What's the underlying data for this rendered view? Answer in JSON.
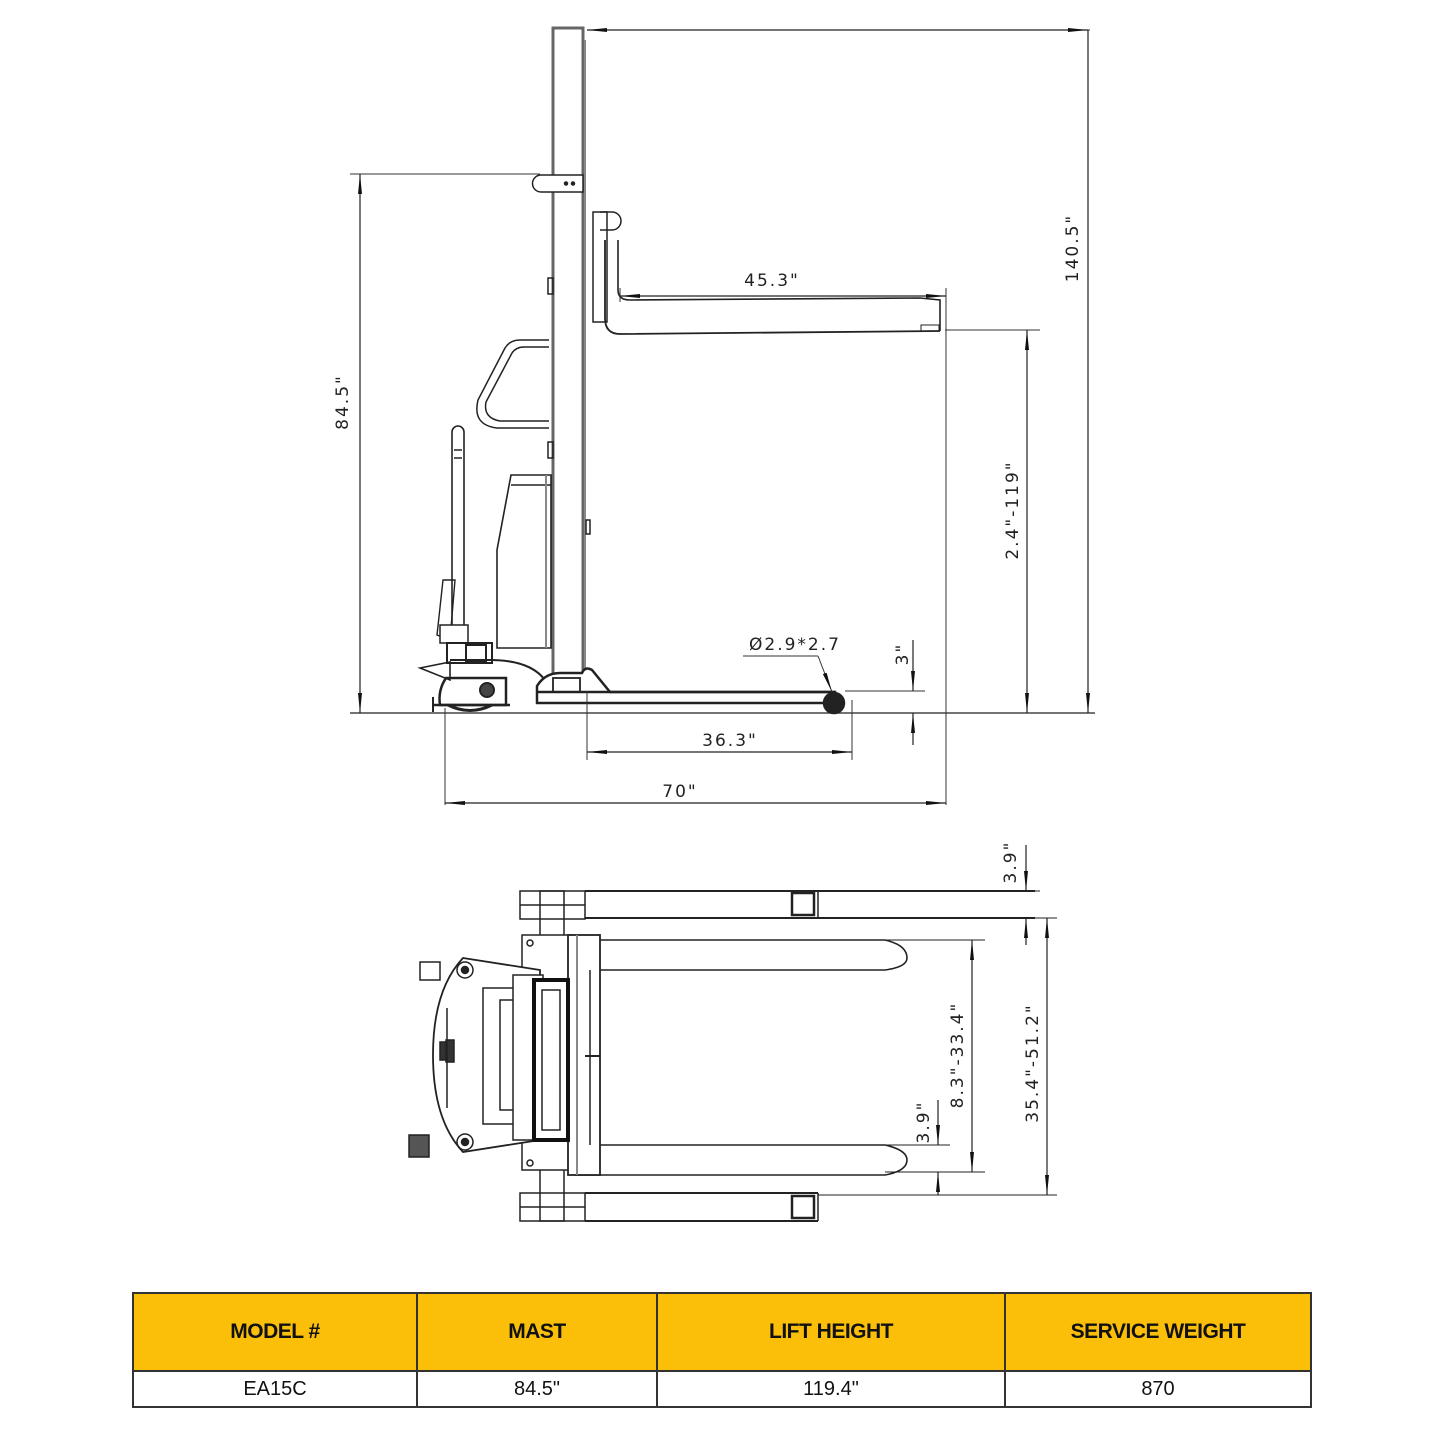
{
  "side_view": {
    "dimensions": {
      "overall_height": "140.5\"",
      "mast_height": "84.5\"",
      "fork_length": "45.3\"",
      "lift_range": "2.4\"-119\"",
      "wheel_size": "Ø2.9*2.7",
      "fork_clearance": "3\"",
      "outrigger_length": "36.3\"",
      "overall_length": "70\""
    }
  },
  "top_view": {
    "dimensions": {
      "outrigger_width_top": "3.9\"",
      "fork_spread": "8.3\"-33.4\"",
      "fork_width": "3.9\"",
      "outrigger_spread": "35.4\"-51.2\""
    }
  },
  "spec_table": {
    "header_color": "#fbbf0a",
    "columns": [
      "MODEL #",
      "MAST",
      "LIFT HEIGHT",
      "SERVICE WEIGHT"
    ],
    "rows": [
      [
        "EA15C",
        "84.5\"",
        "119.4\"",
        "870"
      ]
    ]
  }
}
